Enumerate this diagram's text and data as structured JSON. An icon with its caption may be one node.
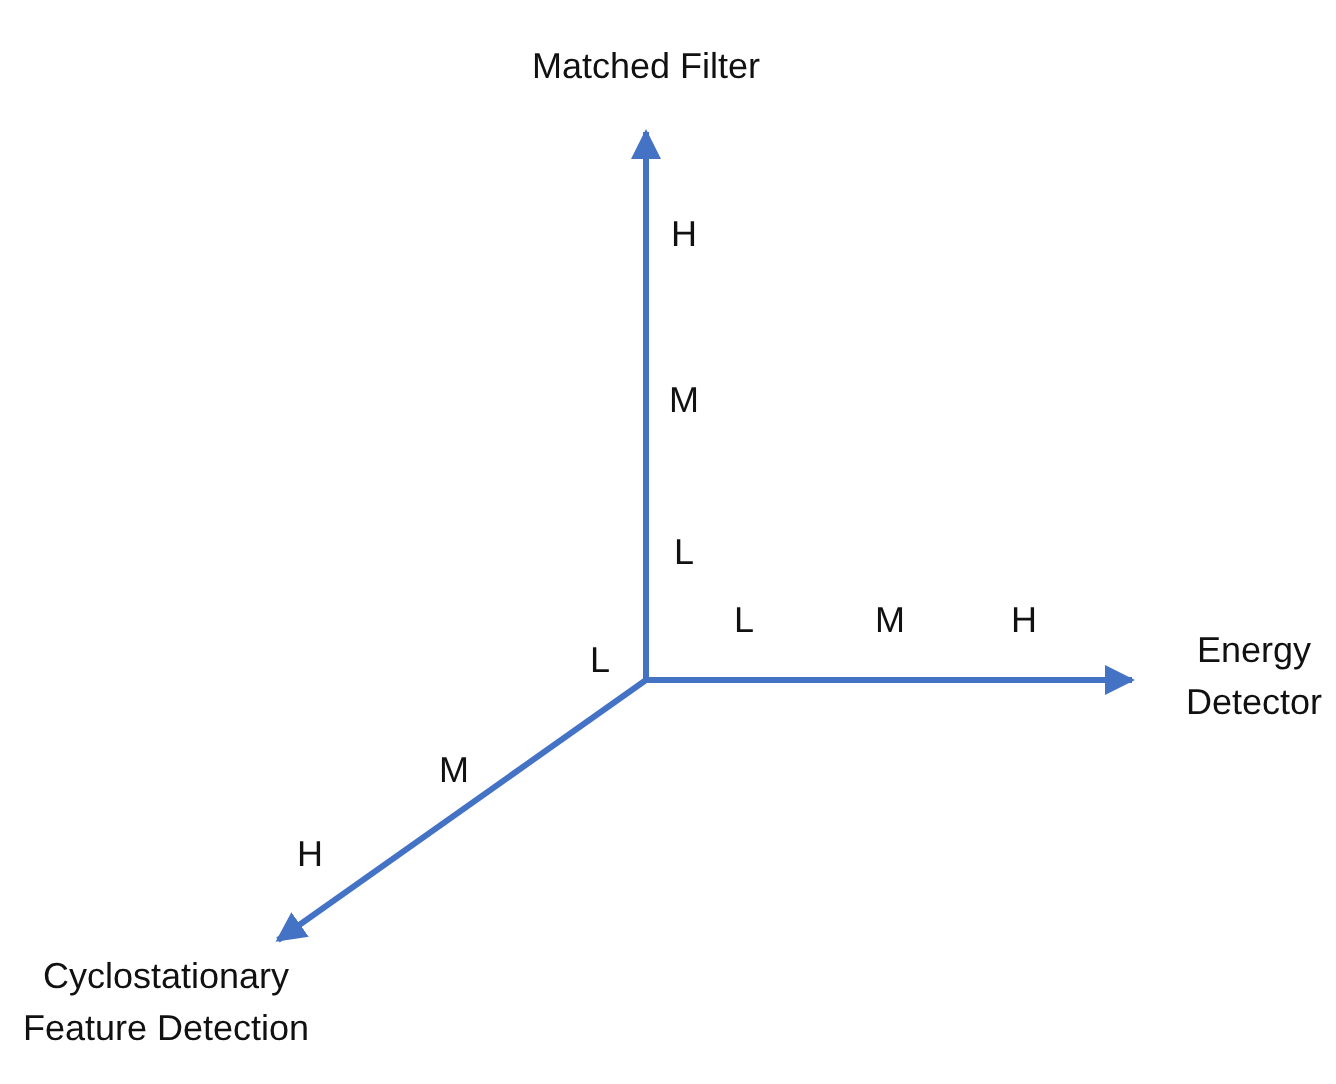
{
  "diagram": {
    "labels": [
      "Matched Filter",
      "H",
      "M",
      "L",
      "L",
      "M",
      "H",
      "Energy Detector",
      "L",
      "M",
      "H",
      "Cyclostationary Feature Detection"
    ]
  }
}
